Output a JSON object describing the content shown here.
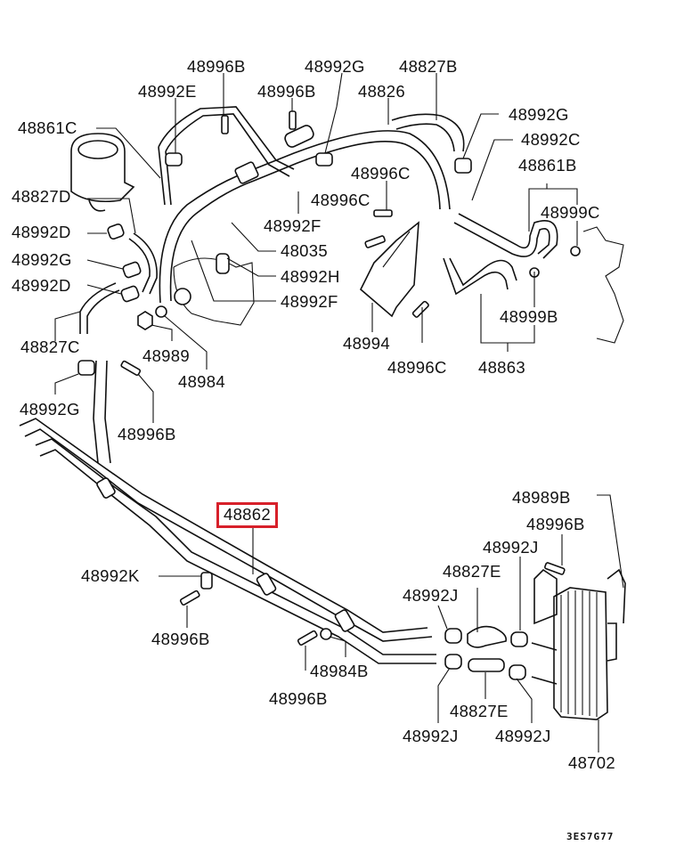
{
  "diagram": {
    "title": "Power steering oil cooler lines parts diagram",
    "highlighted_part": "48862",
    "highlight_color": "#d7202a",
    "figure_code": "3ES7G77",
    "labels": [
      {
        "id": "l01",
        "text": "48996B"
      },
      {
        "id": "l02",
        "text": "48992G"
      },
      {
        "id": "l03",
        "text": "48827B"
      },
      {
        "id": "l04",
        "text": "48992E"
      },
      {
        "id": "l05",
        "text": "48996B"
      },
      {
        "id": "l06",
        "text": "48826"
      },
      {
        "id": "l07",
        "text": "48861C"
      },
      {
        "id": "l08",
        "text": "48992G"
      },
      {
        "id": "l09",
        "text": "48992C"
      },
      {
        "id": "l10",
        "text": "48996C"
      },
      {
        "id": "l11",
        "text": "48861B"
      },
      {
        "id": "l12",
        "text": "48827D"
      },
      {
        "id": "l13",
        "text": "48996C"
      },
      {
        "id": "l14",
        "text": "48999C"
      },
      {
        "id": "l15",
        "text": "48992F"
      },
      {
        "id": "l16",
        "text": "48992D"
      },
      {
        "id": "l17",
        "text": "48035"
      },
      {
        "id": "l18",
        "text": "48992G"
      },
      {
        "id": "l19",
        "text": "48992H"
      },
      {
        "id": "l20",
        "text": "48992D"
      },
      {
        "id": "l21",
        "text": "48992F"
      },
      {
        "id": "l22",
        "text": "48999B"
      },
      {
        "id": "l23",
        "text": "48827C"
      },
      {
        "id": "l24",
        "text": "48994"
      },
      {
        "id": "l25",
        "text": "48989"
      },
      {
        "id": "l26",
        "text": "48996C"
      },
      {
        "id": "l27",
        "text": "48863"
      },
      {
        "id": "l28",
        "text": "48984"
      },
      {
        "id": "l29",
        "text": "48992G"
      },
      {
        "id": "l30",
        "text": "48996B"
      },
      {
        "id": "l31",
        "text": "48862"
      },
      {
        "id": "l32",
        "text": "48989B"
      },
      {
        "id": "l33",
        "text": "48996B"
      },
      {
        "id": "l34",
        "text": "48992J"
      },
      {
        "id": "l35",
        "text": "48992K"
      },
      {
        "id": "l36",
        "text": "48827E"
      },
      {
        "id": "l37",
        "text": "48992J"
      },
      {
        "id": "l38",
        "text": "48996B"
      },
      {
        "id": "l39",
        "text": "48984B"
      },
      {
        "id": "l40",
        "text": "48996B"
      },
      {
        "id": "l41",
        "text": "48827E"
      },
      {
        "id": "l42",
        "text": "48992J"
      },
      {
        "id": "l43",
        "text": "48992J"
      },
      {
        "id": "l44",
        "text": "48702"
      }
    ]
  }
}
